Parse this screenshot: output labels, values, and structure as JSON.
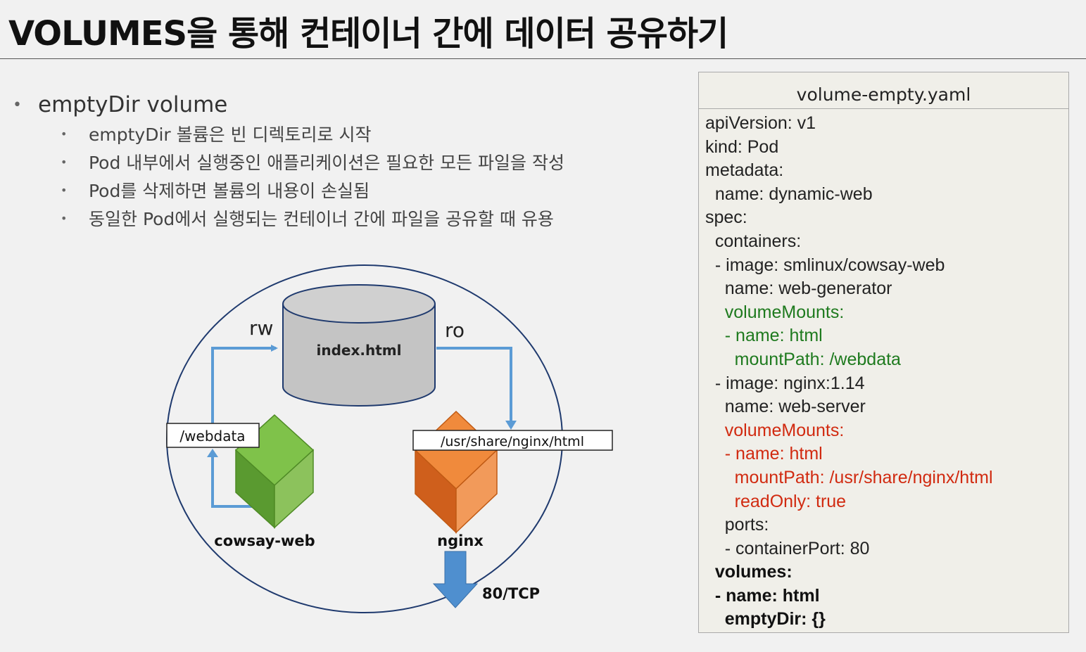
{
  "title": "VOLUMES을 통해 컨테이너 간에 데이터 공유하기",
  "bullets": {
    "main": "emptyDir volume",
    "items": [
      "emptyDir 볼륨은 빈 디렉토리로 시작",
      "Pod 내부에서 실행중인 애플리케이션은 필요한 모든 파일을 작성",
      "Pod를 삭제하면 볼륨의 내용이 손실됨",
      "동일한 Pod에서 실행되는 컨테이너 간에 파일을 공유할 때 유용"
    ]
  },
  "diagram": {
    "volume_label": "index.html",
    "rw_label": "rw",
    "ro_label": "ro",
    "webdata_label": "/webdata",
    "nginx_path_label": "/usr/share/nginx/html",
    "cowsay_label": "cowsay-web",
    "nginx_label": "nginx",
    "port_label": "80/TCP",
    "colors": {
      "cylinder": "#c4c4c4",
      "arrow": "#5b9bd5",
      "cowsay_cube": "#6aaa3a",
      "nginx_cube": "#e8732a",
      "port_arrow": "#4f8fcf"
    }
  },
  "yaml": {
    "title": "volume-empty.yaml",
    "lines": [
      {
        "text": "apiVersion: v1",
        "style": ""
      },
      {
        "text": "kind: Pod",
        "style": ""
      },
      {
        "text": "metadata:",
        "style": ""
      },
      {
        "text": "  name: dynamic-web",
        "style": ""
      },
      {
        "text": "spec:",
        "style": ""
      },
      {
        "text": "  containers:",
        "style": ""
      },
      {
        "text": "  - image: smlinux/cowsay-web",
        "style": ""
      },
      {
        "text": "    name: web-generator",
        "style": ""
      },
      {
        "text": "    volumeMounts:",
        "style": "green"
      },
      {
        "text": "    - name: html",
        "style": "green"
      },
      {
        "text": "      mountPath: /webdata",
        "style": "green"
      },
      {
        "text": "  - image: nginx:1.14",
        "style": ""
      },
      {
        "text": "    name: web-server",
        "style": ""
      },
      {
        "text": "    volumeMounts:",
        "style": "red"
      },
      {
        "text": "    - name: html",
        "style": "red"
      },
      {
        "text": "      mountPath: /usr/share/nginx/html",
        "style": "red"
      },
      {
        "text": "      readOnly: true",
        "style": "red"
      },
      {
        "text": "    ports:",
        "style": ""
      },
      {
        "text": "    - containerPort: 80",
        "style": ""
      },
      {
        "text": "  volumes:",
        "style": "bold"
      },
      {
        "text": "  - name: html",
        "style": "bold"
      },
      {
        "text": "    emptyDir: {}",
        "style": "bold"
      }
    ]
  }
}
